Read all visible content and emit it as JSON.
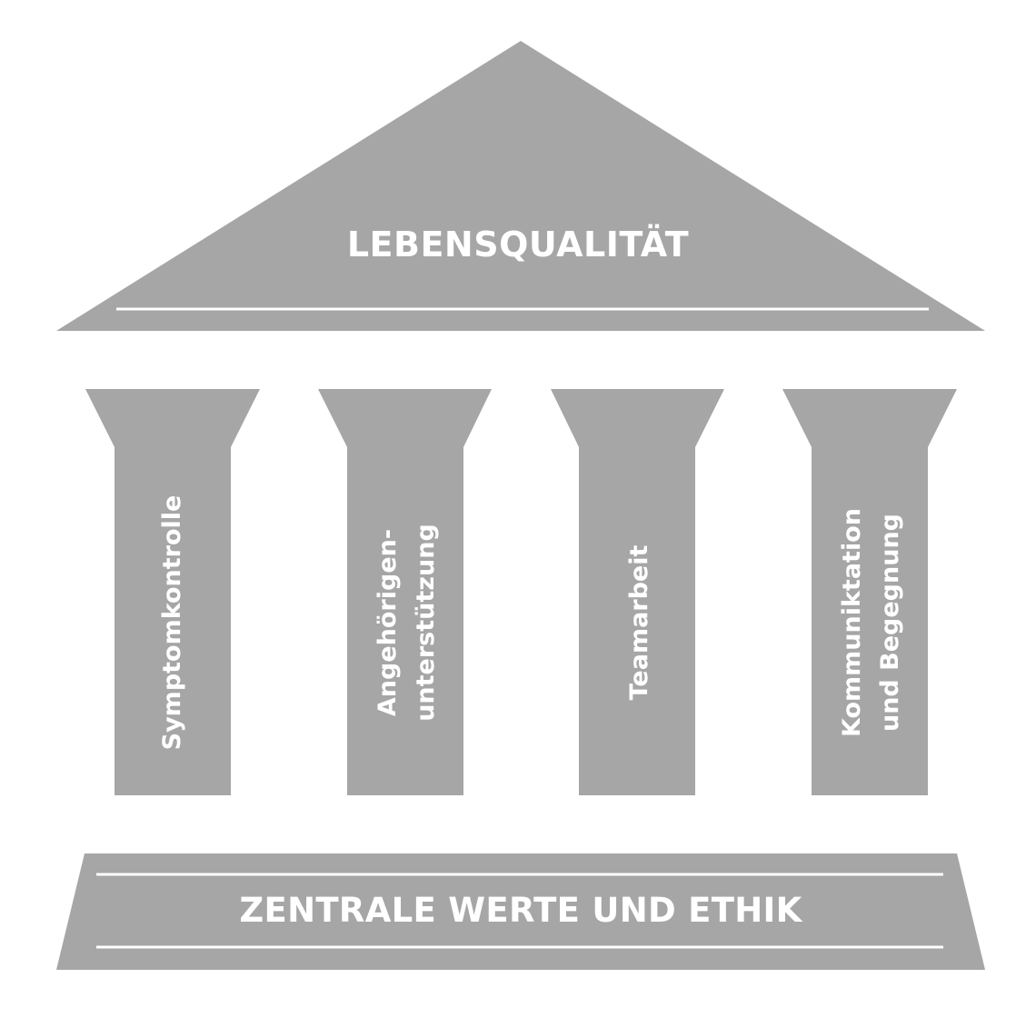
{
  "diagram": {
    "type": "temple-of-pillars",
    "colors": {
      "shape_fill": "#a6a6a6",
      "text": "#ffffff",
      "background": "#ffffff"
    },
    "roof": {
      "label": "LEBENSQUALITÄT"
    },
    "pillars": [
      {
        "lines": [
          "Symptomkontrolle"
        ]
      },
      {
        "lines": [
          "Angehörigen-",
          "unterstützung"
        ]
      },
      {
        "lines": [
          "Teamarbeit"
        ]
      },
      {
        "lines": [
          "Kommuniktation",
          "und Begegnung"
        ]
      }
    ],
    "base": {
      "label": "ZENTRALE WERTE UND ETHIK"
    }
  }
}
